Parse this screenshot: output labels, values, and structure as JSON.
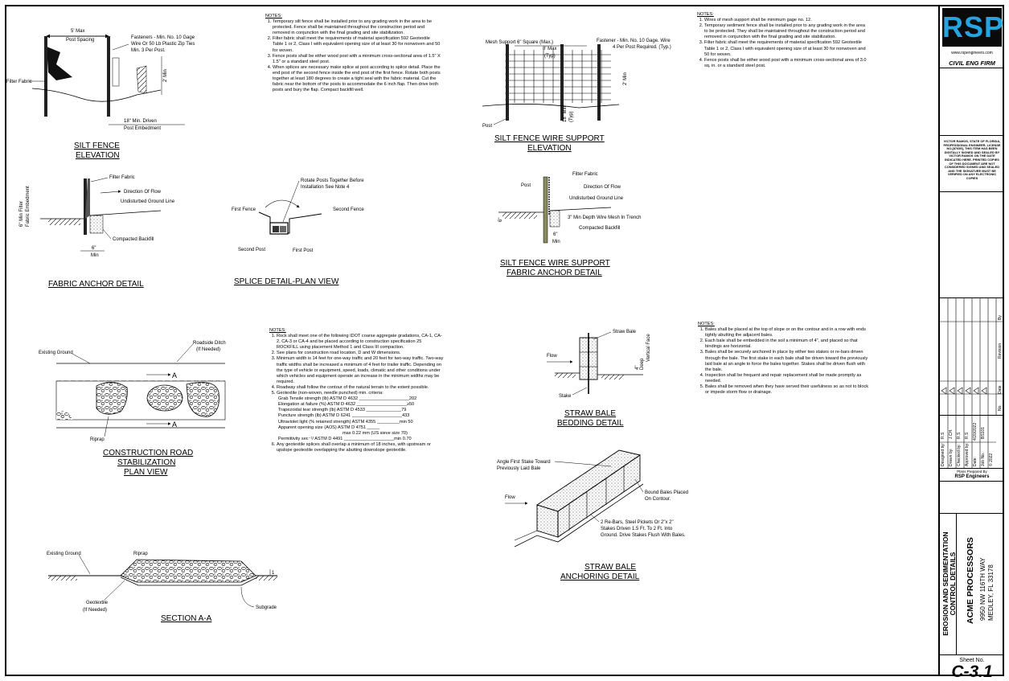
{
  "titles": {
    "silt_fence_elev": [
      "SILT FENCE",
      "ELEVATION"
    ],
    "wire_support_elev": [
      "SILT FENCE WIRE SUPPORT",
      "ELEVATION"
    ],
    "fabric_anchor": "FABRIC ANCHOR DETAIL",
    "splice": "SPLICE DETAIL-PLAN VIEW",
    "wire_anchor": [
      "SILT FENCE WIRE SUPPORT",
      "FABRIC ANCHOR DETAIL"
    ],
    "road": [
      "CONSTRUCTION ROAD",
      "STABILIZATION",
      "PLAN VIEW"
    ],
    "section": "SECTION A-A",
    "bale_bedding": [
      "STRAW BALE",
      "BEDDING DETAIL"
    ],
    "bale_anchoring": [
      "STRAW BALE",
      "ANCHORING DETAIL"
    ]
  },
  "labels": {
    "post_spacing": [
      "5' Max",
      "Post Spacing"
    ],
    "fasteners1": [
      "Fasteners - Min. No. 10 Gage",
      "Wire Or 50 Lb Plastic Zip Ties",
      "Min. 3 Per Post."
    ],
    "filter_fabric": "Filter Fabric",
    "two_min": "2' Min",
    "embed": [
      "18\" Min. Driven",
      "Post Embedment"
    ],
    "mesh_support": "Mesh Support 6\" Square (Max.)",
    "fasteners2": [
      "Fastener - Min. No. 10 Gage. Wire",
      "4 Per Post Required. (Typ.)"
    ],
    "eight_max": [
      "8' Max",
      "(Typ)"
    ],
    "post": "Post",
    "eighteen_min": [
      "18\" Min",
      "(Typ)"
    ],
    "six_min_filter": [
      "6\" Min Filter",
      "Fabric Embedment"
    ],
    "direction_flow": "Direction Of Flow",
    "undisturbed": "Undisturbed Ground Line",
    "compacted": "Compacted Backfill",
    "six_in": "6\"",
    "min": "Min",
    "rotate": [
      "Rotate Posts Together Before",
      "Installation See Note 4"
    ],
    "first_fence": "First Fence",
    "second_fence": "Second Fence",
    "second_post": "Second Post",
    "first_post": "First Post",
    "wire_mesh_trench": "3\" Min Depth Wire Mesh In Trench",
    "existing_ground": "Existing Ground",
    "roadside_ditch": [
      "Roadside Ditch",
      "(If Needed)"
    ],
    "a": "A",
    "riprap": "Riprap",
    "geotextile": [
      "Geotextile",
      "(If Needed)"
    ],
    "subgrade": "Subgrade",
    "one": "1",
    "straw_bale": "Straw Bale",
    "flow": "Flow",
    "deep": [
      "4\"",
      "Deep"
    ],
    "vertical_face": "Vertical Face",
    "stake": "Stake",
    "angle_stake": [
      "Angle First Stake Toward",
      "Previously Laid Bale"
    ],
    "bound_bales": [
      "Bound Bales Placed",
      "On Contour."
    ],
    "rebars": [
      "2 Re-Bars, Steel Pickets Or 2\"x 2\"",
      "Stakes Driven 1.5 Ft. To 2 Ft. Into",
      "Ground. Drive Stakes Flush With Bales."
    ]
  },
  "notes_silt": {
    "heading": "NOTES:",
    "items": [
      "Temporary silt fence shall be installed prior to any grading work in the area to be protected. Fence shall be maintained throughout the construction period and removed in conjunction with the final grading and site stabilization.",
      "Filter fabric shall meet the requirements of material specification 592 Geotextile Table 1 or 2, Class I with equivalent opening size of at least 30 for nonwoven and 50 for woven.",
      "Fence posts shall be either wood post with a minimum cross-sectional area of 1.5\" X 1.5\" or a standard steel post.",
      "When splices are necessary make splice at post according to splice detail. Place the end post of the second fence inside the end post of the first fence. Rotate both posts together at least 180 degrees to create a tight seal with the fabric material. Cut the fabric near the bottom of the posts to accommodate the 6 inch flap. Then drive both posts and bury the flap. Compact backfill well."
    ]
  },
  "notes_wire": {
    "heading": "NOTES:",
    "items": [
      "Wires of mesh support shall be minimum gage no. 12.",
      "Temporary sediment fence shall be installed prior to any grading work in the area to be protected. They shall be maintained throughout the construction period and removed in conjunction with the final grading and site stabilization.",
      "Filter fabric shall meet the requirements of material specification 592 Geotextile Table 1 or 2, Class I with equivalent opening size of at least 30 for nonwoven and 50 for woven.",
      "Fence posts shall be either wood post with a minimum cross-sectional area of 3.0 sq. in. or a standard steel post."
    ]
  },
  "notes_road": {
    "heading": "NOTES:",
    "items": [
      "Rock shall meet one of the following IDOT coarse aggregate gradations, CA-1, CA-2, CA-3 or CA-4 and be placed according to construction specification 25 ROCKFILL using placement Method 1 and Class III compaction.",
      "See plans for construction road location, D and W dimensions.",
      "Minimum width is 14 feet for one-way traffic and 20 feet for two-way traffic. Two-way traffic widths shall be increased a minimum of 4 feet for trailer traffic. Depending on the type of vehicle or equipment, speed, loads, climatic and other conditions under which vehicles and equipment operate an increase in the minimum widths may be required.",
      "Roadway shall follow the contour of the natural terrain to the extent possible.",
      "Geotextile (non-woven, needle punched) min. criteria:",
      "Any geotextile splices shall overlap a minimum of 18 inches, with upstream or upslope geotextile overlapping the abutting downslope geotextile."
    ],
    "criteria": [
      {
        "name": "Grab Tensile strength (lb) ASTM D 4632",
        "value": "202"
      },
      {
        "name": "Elongation at failure (%) ASTM D 4632",
        "value": "≥50"
      },
      {
        "name": "Trapezoidal tear strength (lb) ASTM D 4533",
        "value": "79"
      },
      {
        "name": "Puncture strength (lb) ASTM D 6241",
        "value": "433"
      },
      {
        "name": "Ultraviolet light (% retained strength) ASTM 4355",
        "value": "min 50"
      },
      {
        "name": "Apparent opening size (AOS) ASTM D 4751",
        "value": ""
      },
      {
        "name": "max 0.22 mm (US sieve size 70)",
        "value": ""
      },
      {
        "name": "Permittivity sec⁻¹/ ASTM D 4491",
        "value": "min 0.70"
      }
    ]
  },
  "notes_bale": {
    "heading": "NOTES:",
    "items": [
      "Bales shall be placed at the top of slope or on the contour and in a row with ends tightly abutting the adjacent bales.",
      "Each bale shall be embedded in the soil a minimum of 4\", and placed so that bindings are horizontal.",
      "Bales shall be securely anchored in place by either two stakes or re-bars driven through the bale. The first stake in each bale shall be driven toward the previously laid bale at an angle to force the bales together. Stakes shall be driven flush with the bale.",
      "Inspection shall be frequent and repair replacement shall be made promptly as needed.",
      "Bales shall be removed when they have served their usefulness so as not to block or impede storm flow or drainage."
    ]
  },
  "title_block": {
    "logo": "RSP",
    "url": "www.rspengineers.com",
    "firm": "CIVIL ENG FIRM",
    "seal_text": "VICTOR RAMOS, STATE OF FLORIDA, PROFESSIONAL ENGINEER, LICENSE NO.[87659], THIS ITEM HAS BEEN DIGITALLY SIGNED AND SEALED BY VICTOR RAMOS ON THE DATE INDICATED HERE. PRINTED COPIES OF THIS DOCUMENT ARE NOT CONSIDERED SIGNED AND SEALED AND THE SIGNATURE MUST BE VERIFIED ON ANY ELECTRONIC COPIES",
    "revision": "Revision",
    "by": "By",
    "date": "Date",
    "no": "No.",
    "designed_by": "Designed by:",
    "designed_val": "R.S",
    "drawn_by": "Drawn by:",
    "drawn_val": "J.CH.",
    "checked_by": "Checked by:",
    "checked_val": "R.S",
    "approved_by": "Approved by:",
    "approved_val": "R.S",
    "date_label": "Date:",
    "date_val": "4/20/2022",
    "job_label": "Job No.:",
    "job_val": "BS101",
    "copyright": "© 2022",
    "prepared_by": "Plans Prepared By",
    "prepared_firm": "RSP Engineers",
    "drawing_title": "EROSION AND SEDIMENTATION CONTROL DETAILS",
    "client": "ACME PROCESSORS",
    "address1": "9950 NW 116TH WAY",
    "address2": "MEDLEY, FL 33178",
    "sheet_label": "Sheet No.",
    "sheet_no": "C-3.1"
  }
}
